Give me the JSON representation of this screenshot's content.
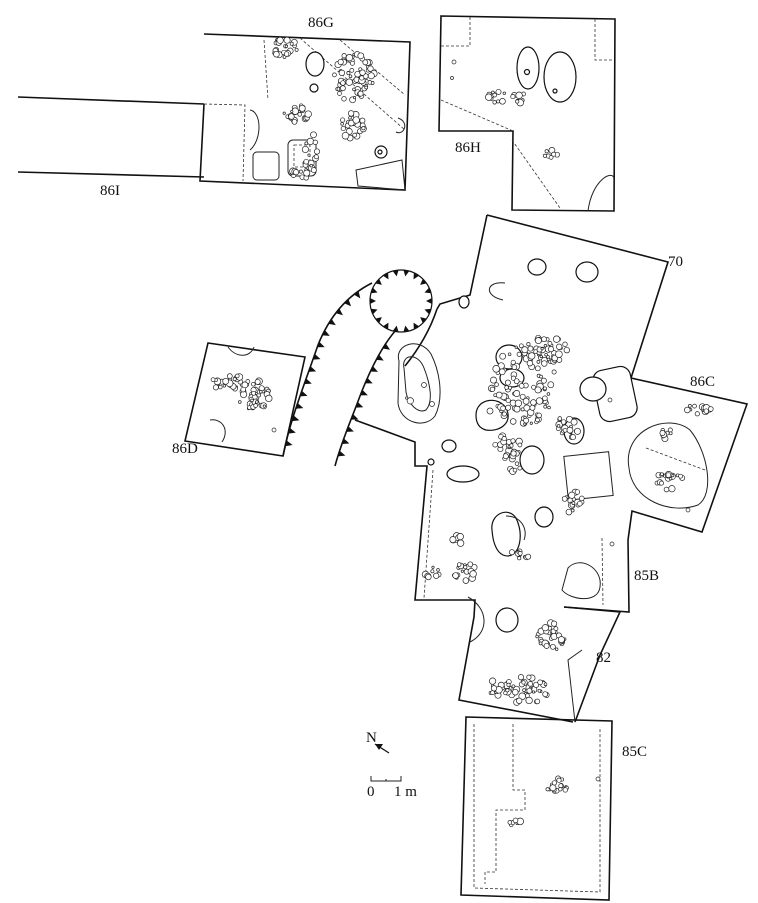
{
  "trench_labels": {
    "t86G": "86G",
    "t86H": "86H",
    "t86I": "86I",
    "t70": "70",
    "t86C": "86C",
    "t86D": "86D",
    "t85B": "85B",
    "t82": "82",
    "t85C": "85C"
  },
  "north_arrow": {
    "label": "N"
  },
  "scale_bar": {
    "zero": "0",
    "unit_label": "1 m"
  },
  "colors": {
    "ink": "#111111",
    "paper": "#ffffff"
  }
}
